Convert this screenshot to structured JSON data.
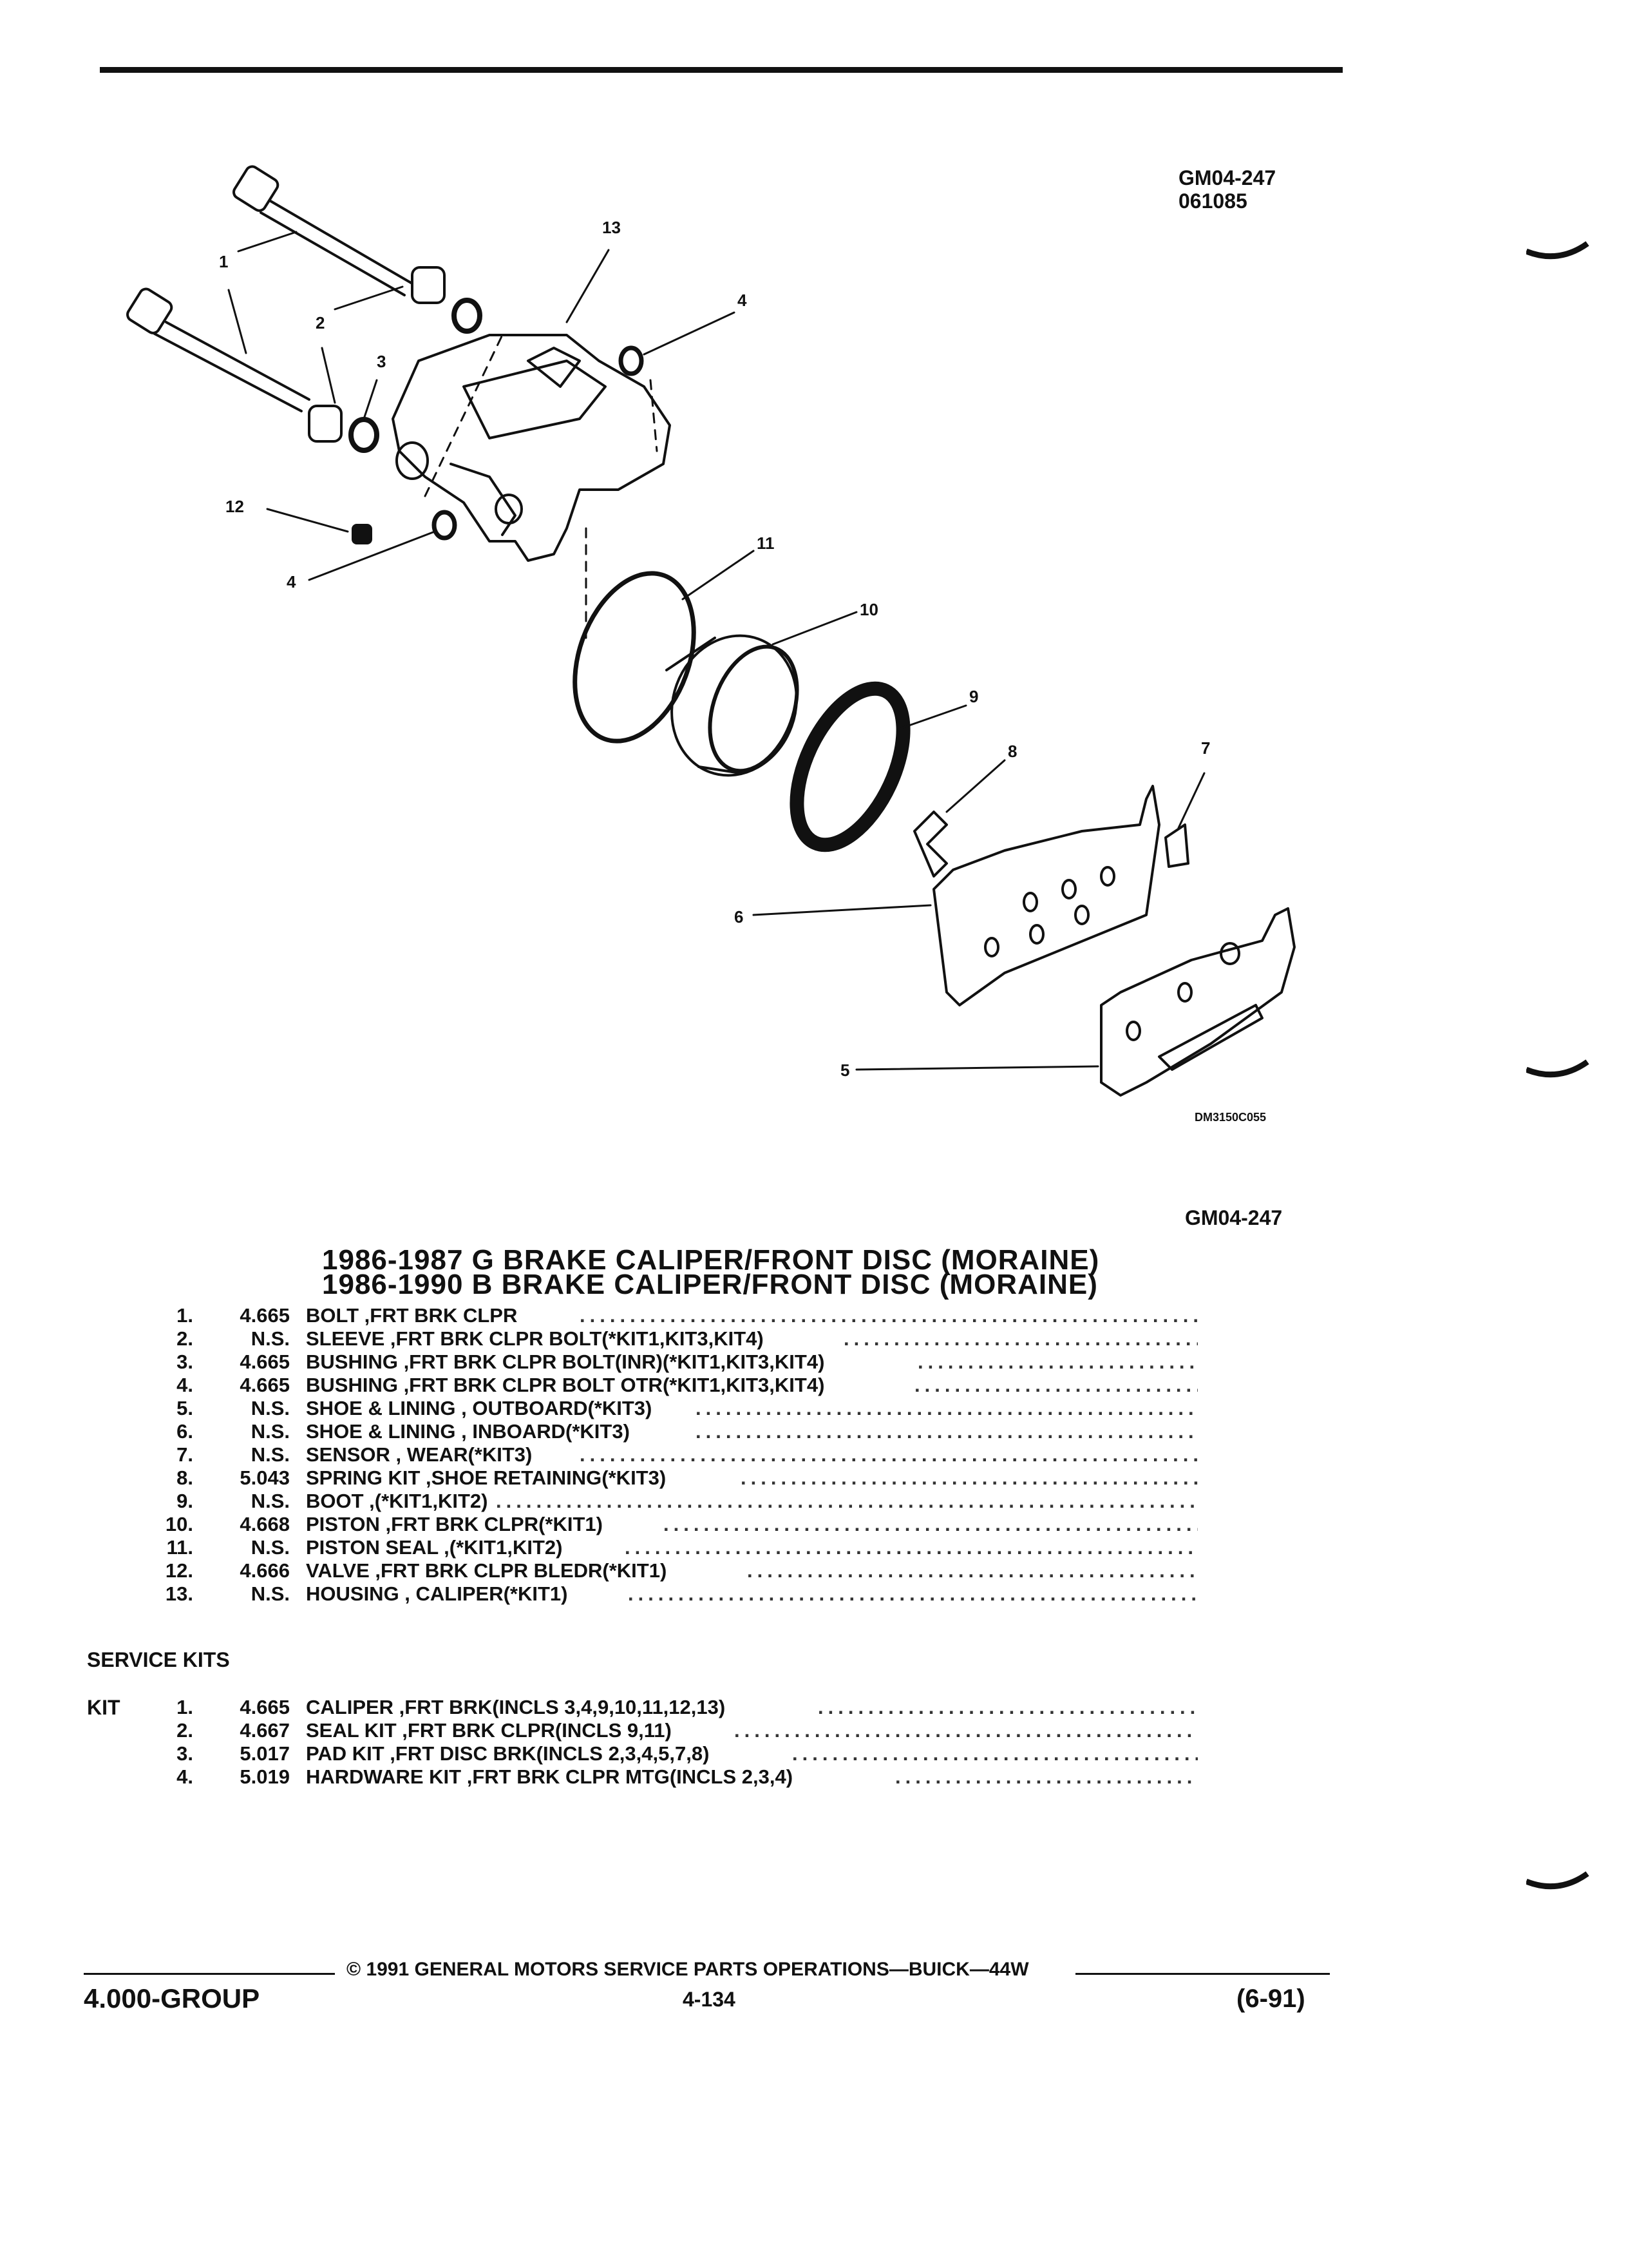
{
  "header": {
    "ref_top": [
      "GM04-247",
      "061085"
    ],
    "ref_bottom": "GM04-247",
    "drawing_code": "DM3150C055"
  },
  "callouts": [
    "1",
    "2",
    "3",
    "4",
    "4",
    "5",
    "6",
    "7",
    "8",
    "9",
    "10",
    "11",
    "12",
    "13"
  ],
  "titles": [
    "1986-1987 G BRAKE CALIPER/FRONT DISC (MORAINE)",
    "1986-1990 B BRAKE CALIPER/FRONT DISC (MORAINE)"
  ],
  "parts": [
    {
      "num": "1.",
      "code": "4.665",
      "desc": "BOLT ,FRT BRK CLPR"
    },
    {
      "num": "2.",
      "code": "N.S.",
      "desc": "SLEEVE ,FRT BRK CLPR BOLT(*KIT1,KIT3,KIT4)"
    },
    {
      "num": "3.",
      "code": "4.665",
      "desc": "BUSHING ,FRT BRK CLPR BOLT(INR)(*KIT1,KIT3,KIT4)"
    },
    {
      "num": "4.",
      "code": "4.665",
      "desc": "BUSHING ,FRT BRK CLPR BOLT OTR(*KIT1,KIT3,KIT4)"
    },
    {
      "num": "5.",
      "code": "N.S.",
      "desc": "SHOE & LINING , OUTBOARD(*KIT3)"
    },
    {
      "num": "6.",
      "code": "N.S.",
      "desc": "SHOE & LINING , INBOARD(*KIT3)"
    },
    {
      "num": "7.",
      "code": "N.S.",
      "desc": "SENSOR , WEAR(*KIT3)"
    },
    {
      "num": "8.",
      "code": "5.043",
      "desc": "SPRING KIT ,SHOE RETAINING(*KIT3)"
    },
    {
      "num": "9.",
      "code": "N.S.",
      "desc": "BOOT ,(*KIT1,KIT2)"
    },
    {
      "num": "10.",
      "code": "4.668",
      "desc": "PISTON ,FRT BRK CLPR(*KIT1)"
    },
    {
      "num": "11.",
      "code": "N.S.",
      "desc": "PISTON SEAL ,(*KIT1,KIT2)"
    },
    {
      "num": "12.",
      "code": "4.666",
      "desc": "VALVE ,FRT BRK CLPR BLEDR(*KIT1)"
    },
    {
      "num": "13.",
      "code": "N.S.",
      "desc": "HOUSING , CALIPER(*KIT1)"
    }
  ],
  "service_kits": {
    "heading": "SERVICE KITS",
    "kit_label": "KIT",
    "items": [
      {
        "num": "1.",
        "code": "4.665",
        "desc": "CALIPER ,FRT BRK(INCLS 3,4,9,10,11,12,13)"
      },
      {
        "num": "2.",
        "code": "4.667",
        "desc": "SEAL KIT ,FRT BRK CLPR(INCLS 9,11)"
      },
      {
        "num": "3.",
        "code": "5.017",
        "desc": "PAD KIT ,FRT DISC BRK(INCLS 2,3,4,5,7,8)"
      },
      {
        "num": "4.",
        "code": "5.019",
        "desc": "HARDWARE KIT ,FRT BRK CLPR MTG(INCLS 2,3,4)"
      }
    ]
  },
  "footer": {
    "copyright": "© 1991 GENERAL MOTORS SERVICE PARTS OPERATIONS—BUICK—44W",
    "group": "4.000-GROUP",
    "page": "4-134",
    "date": "(6-91)"
  }
}
